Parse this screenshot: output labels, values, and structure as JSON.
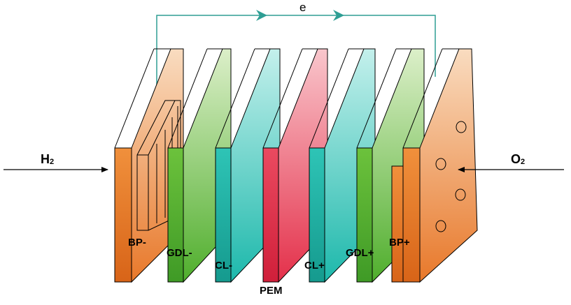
{
  "diagram": {
    "electron_label": "e",
    "inlet_left": {
      "text": "H",
      "subscript": "2"
    },
    "inlet_right": {
      "text": "O",
      "subscript": "2"
    },
    "layers": [
      {
        "label": "BP-",
        "color_front": "#d9661c",
        "color_face_top": "#f8d3b0",
        "color_face_bottom": "#e87d2e"
      },
      {
        "label": "GDL-",
        "color_front": "#3f9a2a",
        "color_face_top": "#d6ecc0",
        "color_face_bottom": "#56b52e"
      },
      {
        "label": "CL-",
        "color_front": "#1a9e92",
        "color_face_top": "#bdeeea",
        "color_face_bottom": "#1fbdb1"
      },
      {
        "label": "PEM",
        "color_front": "#d4253e",
        "color_face_top": "#f8c2c8",
        "color_face_bottom": "#e8304a"
      },
      {
        "label": "CL+",
        "color_front": "#1a9e92",
        "color_face_top": "#bdeeea",
        "color_face_bottom": "#1fbdb1"
      },
      {
        "label": "GDL+",
        "color_front": "#3f9a2a",
        "color_face_top": "#d6ecc0",
        "color_face_bottom": "#56b52e"
      },
      {
        "label": "BP+",
        "color_front": "#d9661c",
        "color_face_top": "#f8d3b0",
        "color_face_bottom": "#e87d2e"
      }
    ],
    "circuit_color": "#2e9e94"
  }
}
